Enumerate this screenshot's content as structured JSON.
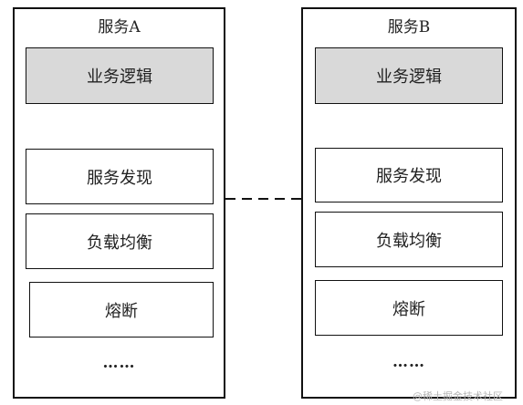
{
  "service_a": {
    "title": "服务A",
    "modules": [
      "业务逻辑",
      "服务发现",
      "负载均衡",
      "熔断"
    ],
    "ellipsis": "……"
  },
  "service_b": {
    "title": "服务B",
    "modules": [
      "业务逻辑",
      "服务发现",
      "负载均衡",
      "熔断"
    ],
    "ellipsis": "……"
  },
  "connector": {
    "style": "dashed",
    "color": "#111111"
  },
  "colors": {
    "shaded_module": "#d9d9d9",
    "border": "#111111"
  },
  "watermark": "@稀土掘金技术社区"
}
